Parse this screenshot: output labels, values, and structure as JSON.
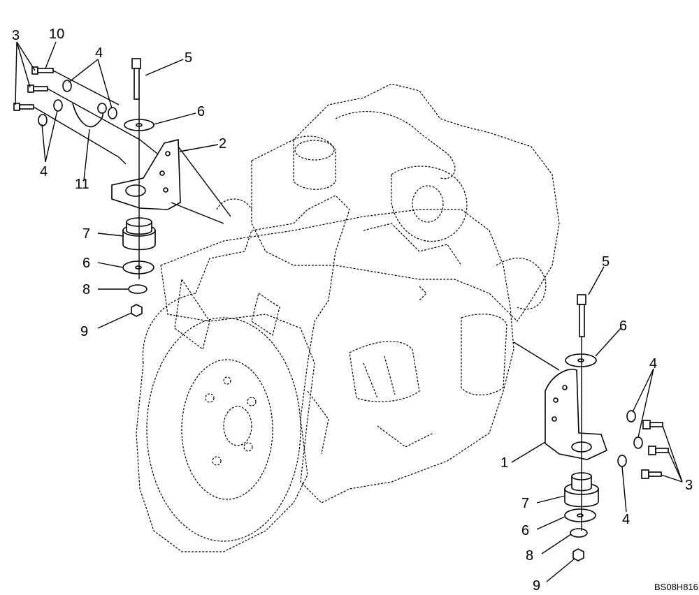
{
  "diagram": {
    "code": "BS08H816",
    "labels": {
      "left_3": "3",
      "left_10": "10",
      "left_4_top": "4",
      "left_4_bottom": "4",
      "left_11": "11",
      "left_5": "5",
      "left_6_top": "6",
      "left_2": "2",
      "left_7": "7",
      "left_6_bottom": "6",
      "left_8": "8",
      "left_9": "9",
      "right_5": "5",
      "right_6_top": "6",
      "right_4_top": "4",
      "right_1": "1",
      "right_3": "3",
      "right_4_bottom": "4",
      "right_7": "7",
      "right_6_bottom": "6",
      "right_8": "8",
      "right_9": "9"
    }
  }
}
